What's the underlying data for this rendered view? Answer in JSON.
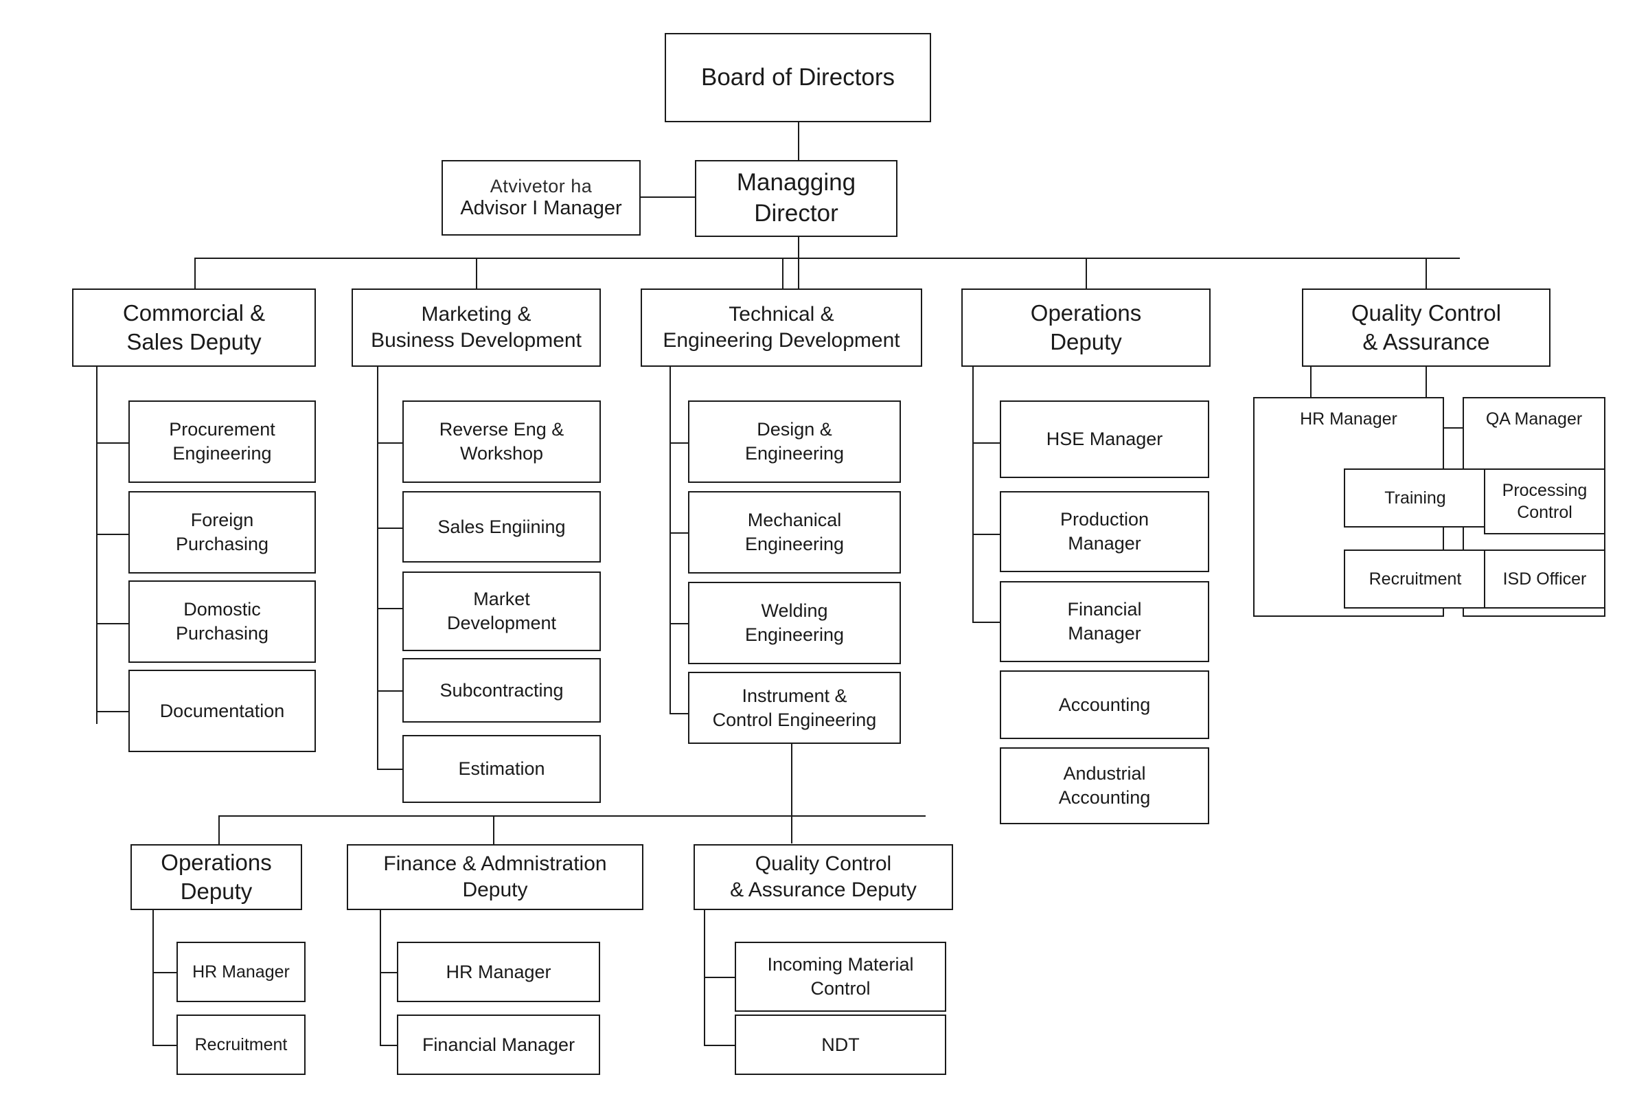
{
  "chart_data": {
    "type": "diagram",
    "title": "Organization Chart",
    "orientation": "top-down org chart with left-spine child lists",
    "background": "#ffffff",
    "line_color": "#1a1a1a",
    "box_fill": "#ffffff"
  },
  "nodes": {
    "board": {
      "label": "Board of Directors"
    },
    "advisor": {
      "line1": "Atvivetor ha",
      "line2": "Advisor I Manager"
    },
    "managing_director": {
      "label": "Managging\nDirector"
    },
    "commercial": {
      "label": "Commorcial &\nSales Deputy"
    },
    "marketing": {
      "label": "Marketing &\nBusiness Development"
    },
    "technical": {
      "label": "Technical &\nEngineering Development"
    },
    "operations": {
      "label": "Operations\nDeputy"
    },
    "quality": {
      "label": "Quality Control\n& Assurance"
    },
    "procurement_engineering": {
      "label": "Procurement\nEngineering"
    },
    "foreign_purchasing": {
      "label": "Foreign\nPurchasing"
    },
    "domestic_purchasing": {
      "label": "Domostic\nPurchasing"
    },
    "documentation": {
      "label": "Documentation"
    },
    "reverse_eng": {
      "label": "Reverse Eng &\nWorkshop"
    },
    "sales_engineering": {
      "label": "Sales Engiining"
    },
    "market_development": {
      "label": "Market\nDevelopment"
    },
    "subcontracting": {
      "label": "Subcontracting"
    },
    "estimation": {
      "label": "Estimation"
    },
    "design_engineering": {
      "label": "Design &\nEngineering"
    },
    "mechanical_engineering": {
      "label": "Mechanical\nEngineering"
    },
    "welding_engineering": {
      "label": "Welding\nEngineering"
    },
    "instrument_control": {
      "label": "Instrument &\nControl Engineering"
    },
    "hse_manager": {
      "label": "HSE Manager"
    },
    "production_manager": {
      "label": "Production\nManager"
    },
    "financial_manager_ops": {
      "label": "Financial\nManager"
    },
    "accounting": {
      "label": "Accounting"
    },
    "industrial_accounting": {
      "label": "Andustrial\nAccounting"
    },
    "hr_manager_qc": {
      "label": "HR Manager"
    },
    "training": {
      "label": "Training"
    },
    "recruitment_qc": {
      "label": "Recruitment"
    },
    "qa_manager": {
      "label": "QA Manager"
    },
    "processing_control": {
      "label": "Processing\nControl"
    },
    "isd_officer": {
      "label": "ISD Officer"
    },
    "operations_deputy_2": {
      "label": "Operations\nDeputy"
    },
    "hr_manager_ops2": {
      "label": "HR Manager"
    },
    "recruitment_ops2": {
      "label": "Recruitment"
    },
    "finance_admin": {
      "label": "Finance & Admnistration\nDeputy"
    },
    "hr_manager_fin": {
      "label": "HR Manager"
    },
    "financial_manager_fin": {
      "label": "Financial Manager"
    },
    "qc_assurance_deputy": {
      "label": "Quality Control\n& Assurance Deputy"
    },
    "incoming_material_control": {
      "label": "Incoming Material\nControl"
    },
    "ndt": {
      "label": "NDT"
    }
  }
}
